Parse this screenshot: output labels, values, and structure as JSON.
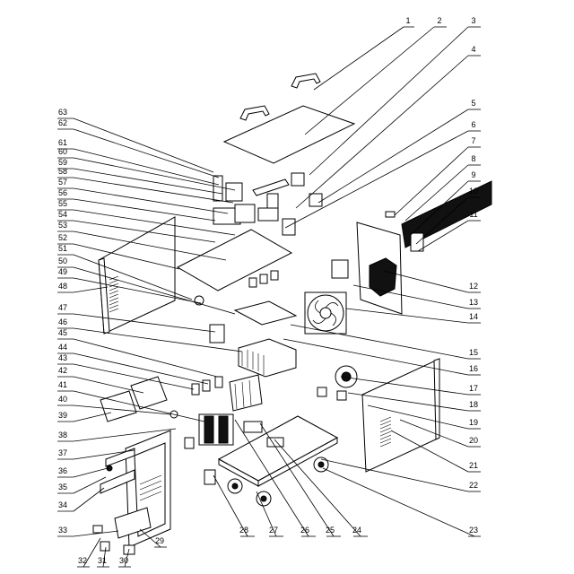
{
  "diagram": {
    "callouts": [
      {
        "n": "1",
        "pos": "right"
      },
      {
        "n": "2",
        "pos": "right"
      },
      {
        "n": "3",
        "pos": "right"
      },
      {
        "n": "4",
        "pos": "right"
      },
      {
        "n": "5",
        "pos": "right"
      },
      {
        "n": "6",
        "pos": "right"
      },
      {
        "n": "7",
        "pos": "right"
      },
      {
        "n": "8",
        "pos": "right"
      },
      {
        "n": "9",
        "pos": "right"
      },
      {
        "n": "10",
        "pos": "right"
      },
      {
        "n": "11",
        "pos": "right"
      },
      {
        "n": "12",
        "pos": "right"
      },
      {
        "n": "13",
        "pos": "right"
      },
      {
        "n": "14",
        "pos": "right"
      },
      {
        "n": "15",
        "pos": "right"
      },
      {
        "n": "16",
        "pos": "right"
      },
      {
        "n": "17",
        "pos": "right"
      },
      {
        "n": "18",
        "pos": "right"
      },
      {
        "n": "19",
        "pos": "right"
      },
      {
        "n": "20",
        "pos": "right"
      },
      {
        "n": "21",
        "pos": "right"
      },
      {
        "n": "22",
        "pos": "right"
      },
      {
        "n": "23",
        "pos": "bottom"
      },
      {
        "n": "24",
        "pos": "bottom"
      },
      {
        "n": "25",
        "pos": "bottom"
      },
      {
        "n": "26",
        "pos": "bottom"
      },
      {
        "n": "27",
        "pos": "bottom"
      },
      {
        "n": "28",
        "pos": "bottom"
      },
      {
        "n": "29",
        "pos": "bottom"
      },
      {
        "n": "30",
        "pos": "bottom"
      },
      {
        "n": "31",
        "pos": "bottom"
      },
      {
        "n": "32",
        "pos": "bottom"
      },
      {
        "n": "33",
        "pos": "left"
      },
      {
        "n": "34",
        "pos": "left"
      },
      {
        "n": "35",
        "pos": "left"
      },
      {
        "n": "36",
        "pos": "left"
      },
      {
        "n": "37",
        "pos": "left"
      },
      {
        "n": "38",
        "pos": "left"
      },
      {
        "n": "39",
        "pos": "left"
      },
      {
        "n": "40",
        "pos": "left"
      },
      {
        "n": "41",
        "pos": "left"
      },
      {
        "n": "42",
        "pos": "left"
      },
      {
        "n": "43",
        "pos": "left"
      },
      {
        "n": "44",
        "pos": "left"
      },
      {
        "n": "45",
        "pos": "left"
      },
      {
        "n": "46",
        "pos": "left"
      },
      {
        "n": "47",
        "pos": "left"
      },
      {
        "n": "48",
        "pos": "left"
      },
      {
        "n": "49",
        "pos": "left"
      },
      {
        "n": "50",
        "pos": "left"
      },
      {
        "n": "51",
        "pos": "left"
      },
      {
        "n": "52",
        "pos": "left"
      },
      {
        "n": "53",
        "pos": "left"
      },
      {
        "n": "54",
        "pos": "left"
      },
      {
        "n": "55",
        "pos": "left"
      },
      {
        "n": "56",
        "pos": "left"
      },
      {
        "n": "57",
        "pos": "left"
      },
      {
        "n": "58",
        "pos": "left"
      },
      {
        "n": "59",
        "pos": "left"
      },
      {
        "n": "60",
        "pos": "left"
      },
      {
        "n": "61",
        "pos": "left"
      },
      {
        "n": "62",
        "pos": "left"
      },
      {
        "n": "63",
        "pos": "left"
      }
    ]
  }
}
